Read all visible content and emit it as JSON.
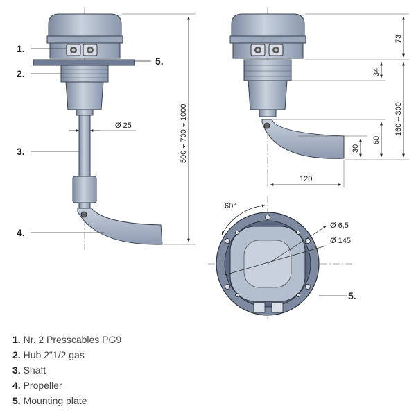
{
  "callouts": {
    "c1": "1.",
    "c2": "2.",
    "c3": "3.",
    "c4": "4.",
    "c5a": "5.",
    "c5b": "5."
  },
  "dimensions": {
    "diam_shaft": "Ø 25",
    "length_total": "500 ÷ 700 ÷ 1000",
    "head_height": "73",
    "hub_height": "34",
    "adj_height": "160 ÷ 300",
    "prop_height_60": "60",
    "prop_height_30": "30",
    "prop_length": "120",
    "angle": "60°",
    "hole_diam": "Ø 6,5",
    "bolt_circle": "Ø 145"
  },
  "legend": [
    {
      "num": "1.",
      "text": "Nr. 2 Presscables PG9"
    },
    {
      "num": "2.",
      "text": "Hub 2\"1/2 gas"
    },
    {
      "num": "3.",
      "text": "Shaft"
    },
    {
      "num": "4.",
      "text": "Propeller"
    },
    {
      "num": "5.",
      "text": "Mounting plate"
    }
  ],
  "colors": {
    "body": "#b8c3d2",
    "body_dark": "#8592a6",
    "stroke": "#3a4150",
    "plate": "#7e8aa0"
  }
}
